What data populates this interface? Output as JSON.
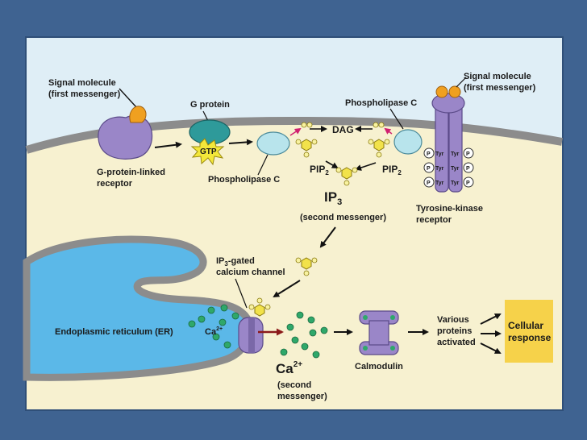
{
  "labels": {
    "signal_molecule_left": [
      "Signal molecule",
      "(first messenger)"
    ],
    "g_protein": "G protein",
    "gtp": "GTP",
    "g_protein_linked_receptor": [
      "G-protein-linked",
      "receptor"
    ],
    "phospholipase_c_bottom": "Phospholipase C",
    "phospholipase_c_top": "Phospholipase C",
    "dag": "DAG",
    "pip2_left": {
      "base": "PIP",
      "sub": "2"
    },
    "pip2_right": {
      "base": "PIP",
      "sub": "2"
    },
    "ip3": {
      "base": "IP",
      "sub": "3"
    },
    "second_messenger_ip3": "(second messenger)",
    "signal_molecule_right": [
      "Signal molecule",
      "(first messenger)"
    ],
    "tyrosine_kinase_receptor": [
      "Tyrosine-kinase",
      "receptor"
    ],
    "tyr": "Tyr",
    "phosphate": "P",
    "ip3_gated_channel": {
      "line1_base": "IP",
      "line1_sub": "3",
      "line1_rest": "-gated",
      "line2": "calcium channel"
    },
    "er": "Endoplasmic reticulum (ER)",
    "ca_small": {
      "base": "Ca",
      "sup": "2+"
    },
    "ca_large": {
      "base": "Ca",
      "sup": "2+"
    },
    "second_messenger_ca": [
      "(second",
      "messenger)"
    ],
    "calmodulin": "Calmodulin",
    "various_proteins": [
      "Various",
      "proteins",
      "activated"
    ],
    "cellular_response": [
      "Cellular",
      "response"
    ]
  },
  "colors": {
    "slide_background": "#3f6391",
    "extracellular": "#dfeef6",
    "cytoplasm": "#f7f1d0",
    "membrane": "#8c8c8c",
    "er_lumen": "#5bb8e8",
    "receptor": "#9a86c8",
    "signal_molecule": "#f0a020",
    "g_protein": "#2e9a9a",
    "gtp_burst": "#f3e73a",
    "phospholipase": "#b8e4ec",
    "ip3_hexagon": "#f2e24a",
    "calcium": "#2fa86a",
    "arrow": "#111111",
    "channel_arrow": "#8b1a1a",
    "response_box": "#f6d24a"
  }
}
